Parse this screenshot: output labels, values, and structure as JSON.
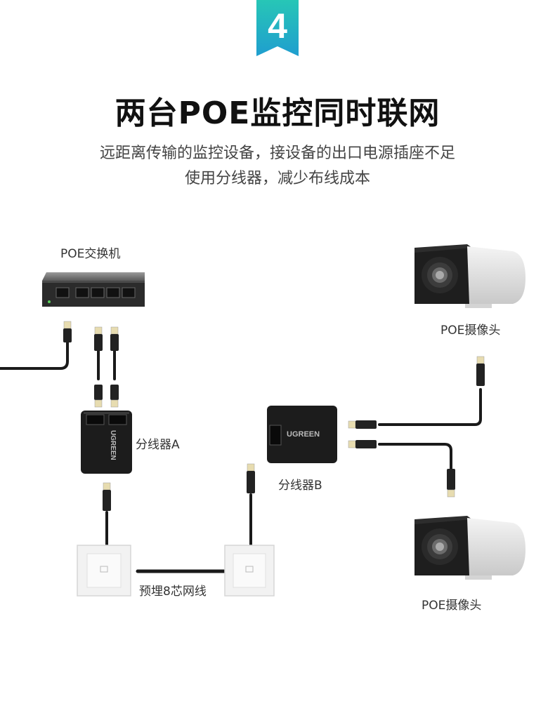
{
  "step_number": "4",
  "title": "两台POE监控同时联网",
  "subtitle_line1": "远距离传输的监控设备，接设备的出口电源插座不足",
  "subtitle_line2": "使用分线器，减少布线成本",
  "labels": {
    "poe_switch": "POE交换机",
    "camera_top": "POE摄像头",
    "camera_bottom": "POE摄像头",
    "splitter_a": "分线器A",
    "splitter_b": "分线器B",
    "buried_cable": "预埋8芯网线"
  },
  "brand_text": "UGREEN",
  "colors": {
    "badge_top": "#27c6b6",
    "badge_bottom": "#1f9ecf",
    "cable": "#1a1a1a",
    "device": "#1c1c1c"
  }
}
